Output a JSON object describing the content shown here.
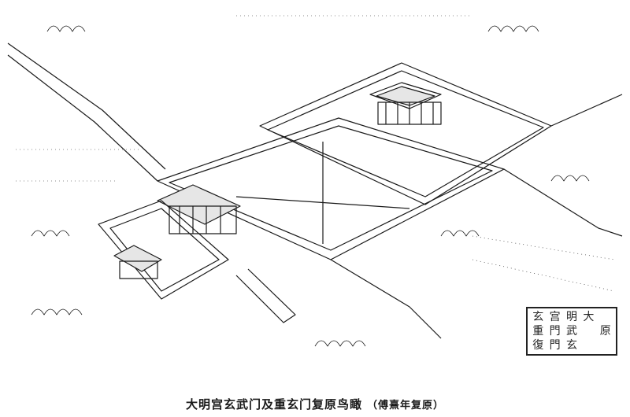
{
  "caption": {
    "title": "大明宫玄武门及重玄门复原鸟瞰",
    "credit": "（傅熹年复原）"
  },
  "seal": {
    "characters": [
      "玄",
      "宫",
      "明",
      "大",
      "",
      "重",
      "門",
      "武",
      "",
      "原",
      "復",
      "門",
      "玄"
    ]
  },
  "colors": {
    "ink": "#1a1a1a",
    "paper": "#ffffff"
  }
}
